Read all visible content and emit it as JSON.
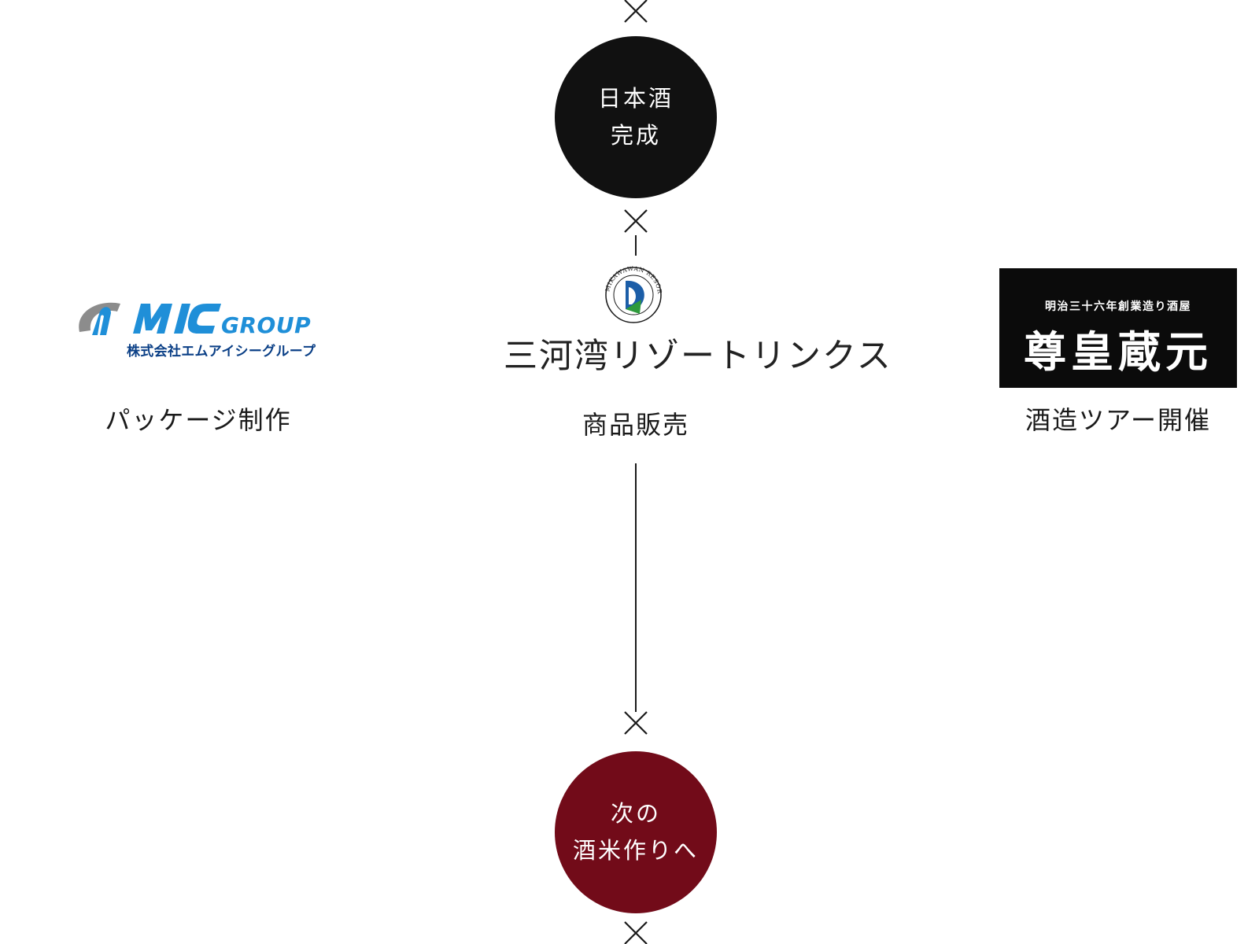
{
  "top_circle": {
    "line1": "日本酒",
    "line2": "完成"
  },
  "bottom_circle": {
    "line1": "次の",
    "line2": "酒米作りへ"
  },
  "partners": [
    {
      "logo_text": "MIC GROUP",
      "logo_subtext": "株式会社エムアイシーグループ",
      "caption": "パッケージ制作"
    },
    {
      "logo_ring_text": "MIKAWAWAN RESORT LINKS",
      "logo_text": "三河湾リゾートリンクス",
      "caption": "商品販売"
    },
    {
      "logo_subtext": "明治三十六年創業造り酒屋",
      "logo_text": "尊皇蔵元",
      "caption": "酒造ツアー開催"
    }
  ],
  "colors": {
    "top_circle": "#111111",
    "bottom_circle": "#720b19",
    "line": "#1a1a1a",
    "mic_blue": "#1f8fd8",
    "mic_gray": "#8c8c8c",
    "mrl_blue": "#1c5ea8",
    "mrl_green": "#2e9a3c"
  },
  "icons": [
    "cross-icon"
  ]
}
